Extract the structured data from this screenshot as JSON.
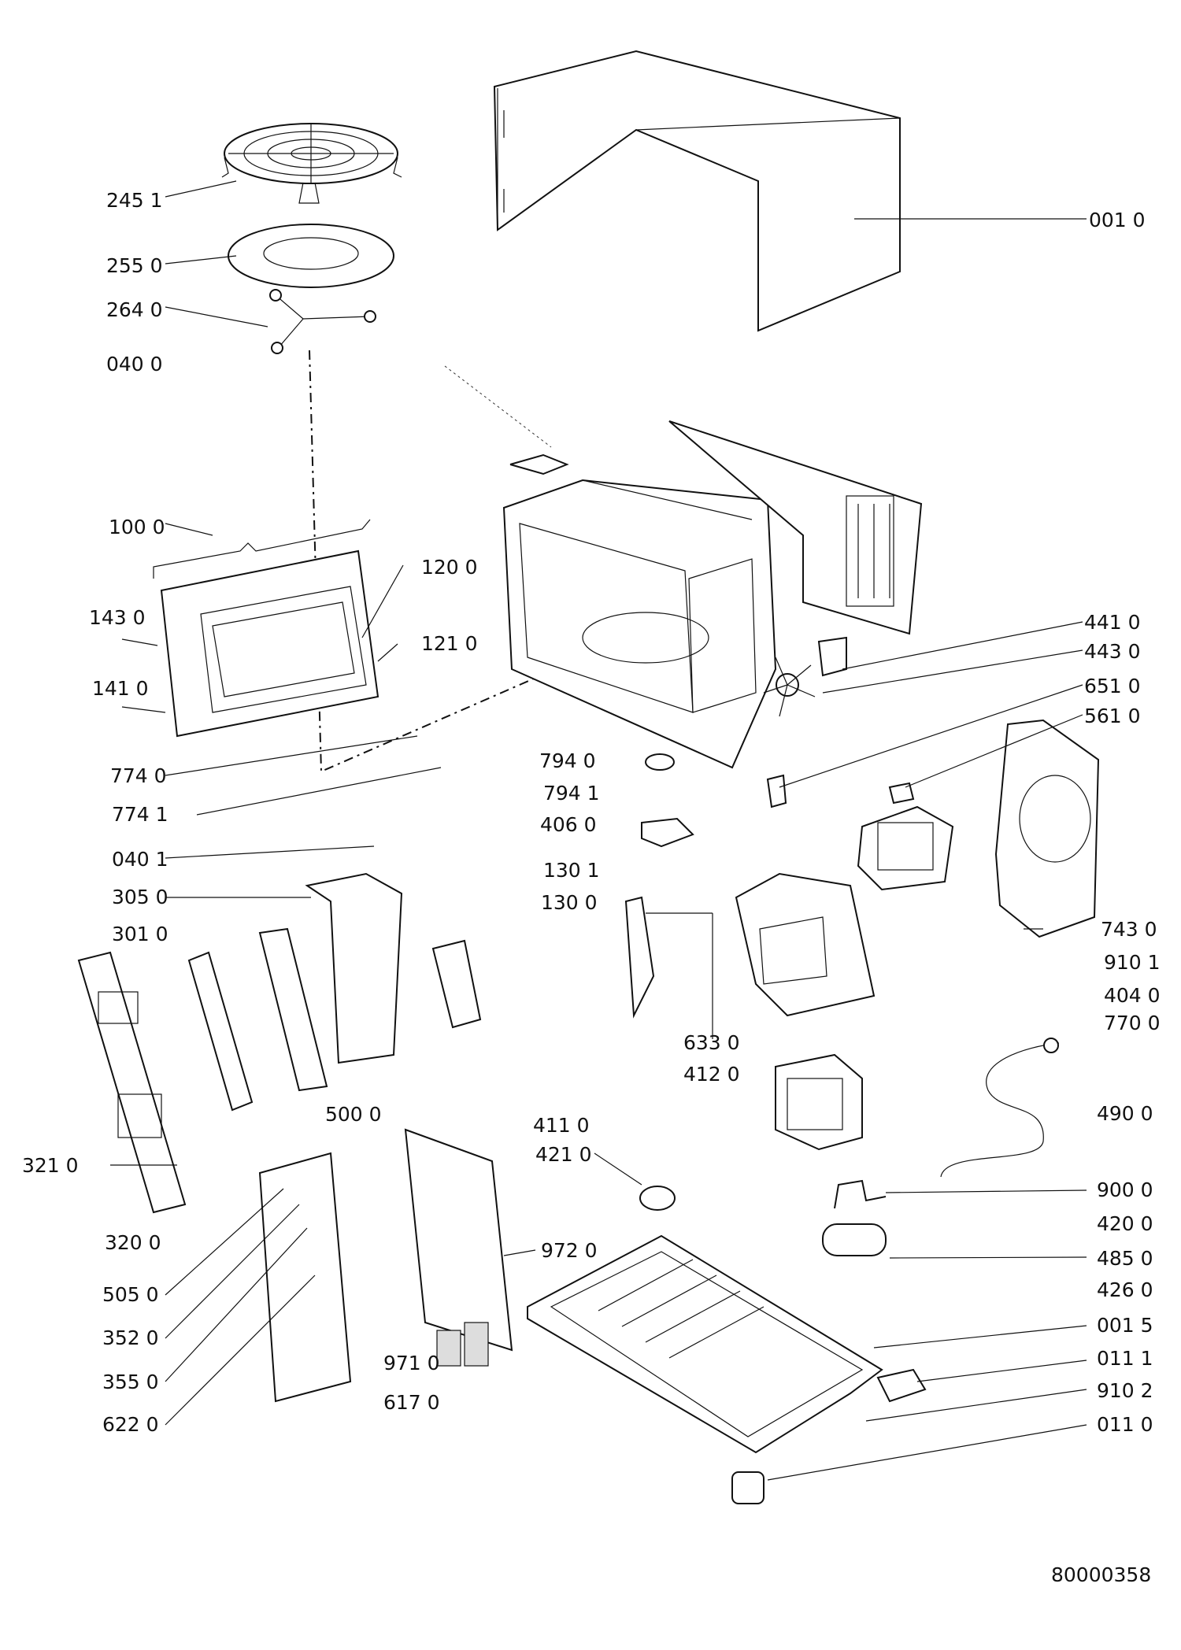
{
  "document_number": "80000358",
  "labels": {
    "p2451": "245 1",
    "p2550": "255 0",
    "p2640": "264 0",
    "p0400": "040 0",
    "p0010": "001 0",
    "p1000": "100 0",
    "p1200": "120 0",
    "p1430": "143 0",
    "p1210": "121 0",
    "p1410": "141 0",
    "p4410": "441 0",
    "p4430": "443 0",
    "p6510": "651 0",
    "p5610": "561 0",
    "p7740": "774 0",
    "p7940": "794 0",
    "p7941": "794 1",
    "p7741": "774 1",
    "p4060": "406 0",
    "p0401": "040 1",
    "p1301": "130 1",
    "p3050": "305 0",
    "p1300": "130 0",
    "p3010": "301 0",
    "p7430": "743 0",
    "p9101": "910 1",
    "p4040": "404 0",
    "p7700": "770 0",
    "p6330": "633 0",
    "p4120": "412 0",
    "p5000": "500 0",
    "p4900": "490 0",
    "p4110": "411 0",
    "p4210": "421 0",
    "p3210": "321 0",
    "p9000": "900 0",
    "p4200": "420 0",
    "p3200": "320 0",
    "p9720": "972 0",
    "p4850": "485 0",
    "p5050": "505 0",
    "p4260": "426 0",
    "p0015": "001 5",
    "p3520": "352 0",
    "p9710": "971 0",
    "p0111": "011 1",
    "p3550": "355 0",
    "p9102": "910 2",
    "p6170": "617 0",
    "p0110": "011 0",
    "p6220": "622 0"
  }
}
